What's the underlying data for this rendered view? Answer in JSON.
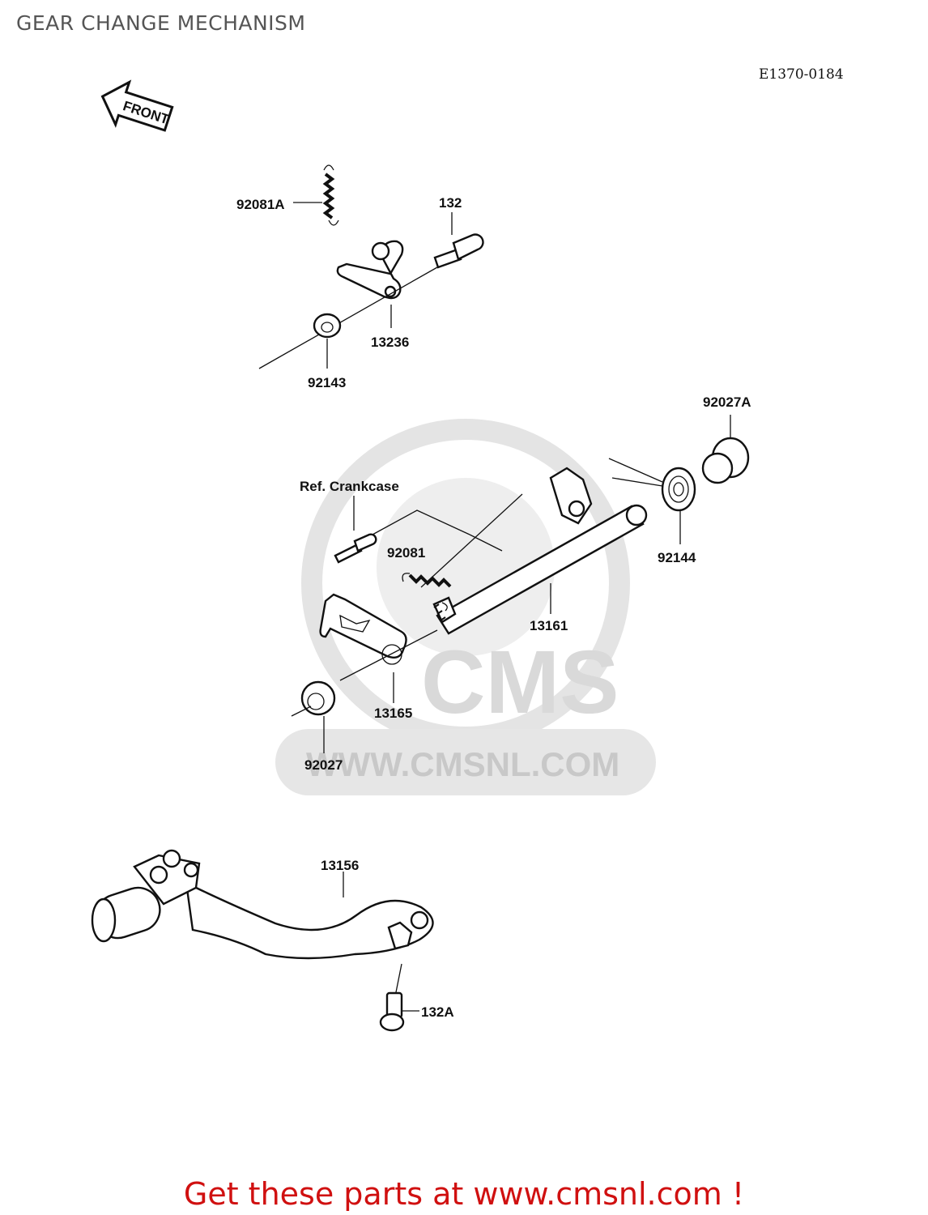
{
  "title": "GEAR CHANGE MECHANISM",
  "diagram_code": "E1370-0184",
  "front_badge": "FRONT",
  "watermark": {
    "brand": "CMS",
    "url": "WWW.CMSNL.COM"
  },
  "callouts": {
    "p92081A": "92081A",
    "p132": "132",
    "p13236": "13236",
    "p92143": "92143",
    "p92027A": "92027A",
    "ref_crankcase": "Ref. Crankcase",
    "p92081": "92081",
    "p92144": "92144",
    "p13161": "13161",
    "p13165": "13165",
    "p92027": "92027",
    "p13156": "13156",
    "p132A": "132A"
  },
  "footer_text": "Get these parts at www.cmsnl.com !"
}
